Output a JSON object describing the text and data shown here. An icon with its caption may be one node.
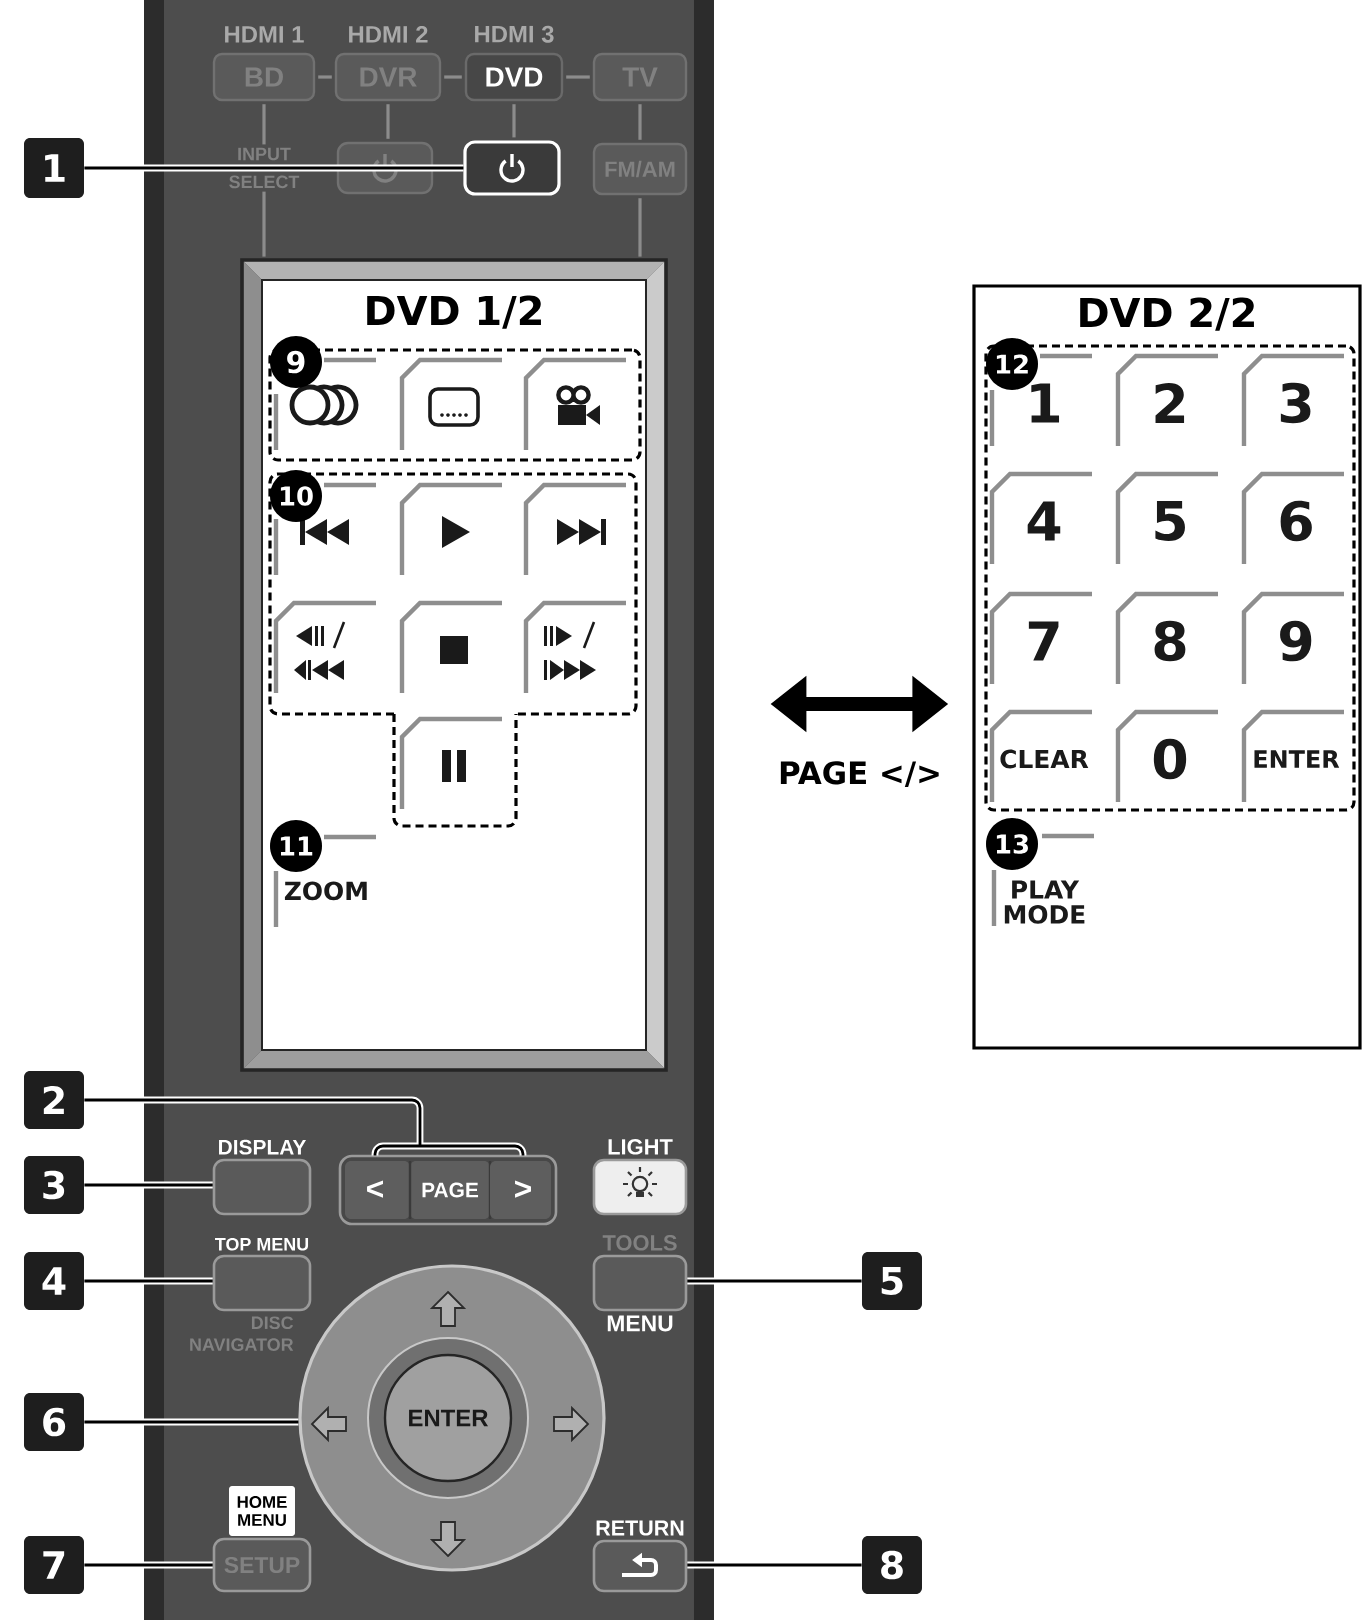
{
  "diagram": {
    "nodes": [
      {
        "text": [
          "HDMI 1",
          "BD"
        ]
      },
      {
        "text": [
          "HDMI 2",
          "DVR"
        ]
      },
      {
        "text": [
          "HDMI 3",
          "DVD"
        ]
      },
      {
        "text": [
          "TV"
        ]
      },
      {
        "text": [
          "1"
        ]
      },
      {
        "text": [
          "INPUT SELECT"
        ]
      },
      {
        "text": [],
        "shape": "box"
      },
      {
        "text": [],
        "shape": "box"
      },
      {
        "text": [
          "FM/AM"
        ]
      },
      {
        "text": [
          "DVD 1/2"
        ]
      },
      {
        "text": [
          "9"
        ],
        "in": 9
      },
      {
        "text": [],
        "shape": "box",
        "in": 9
      },
      {
        "text": [],
        "shape": "box",
        "in": 11
      },
      {
        "text": [],
        "shape": "box",
        "in": 11
      },
      {
        "text": [],
        "shape": "box",
        "in": 11
      },
      {
        "text": [],
        "shape": "box",
        "in": 9
      },
      {
        "text": [
          "10"
        ],
        "in": 15
      },
      {
        "text": [],
        "shape": "box",
        "in": 15
      },
      {
        "text": [],
        "shape": "box",
        "in": 15
      },
      {
        "text": [],
        "shape": "box",
        "in": 15
      },
      {
        "text": [],
        "shape": "box",
        "in": 15
      },
      {
        "text": [],
        "shape": "box",
        "in": 15
      },
      {
        "text": [],
        "shape": "box",
        "in": 15
      },
      {
        "text": [],
        "shape": "box",
        "in": 9
      },
      {
        "text": [],
        "shape": "box",
        "in": 23
      },
      {
        "text": [
          "11"
        ],
        "in": 9
      },
      {
        "text": [
          "ZOOM"
        ],
        "in": 9
      },
      {
        "text": [
          "DVD 2/2"
        ]
      },
      {
        "text": [
          "12"
        ],
        "in": 27
      },
      {
        "text": [],
        "shape": "box",
        "in": 27
      },
      {
        "text": [
          "1"
        ],
        "in": 29
      },
      {
        "text": [
          "2"
        ],
        "in": 29
      },
      {
        "text": [
          "3"
        ],
        "in": 29
      },
      {
        "text": [
          "4"
        ],
        "in": 29
      },
      {
        "text": [
          "5"
        ],
        "in": 29
      },
      {
        "text": [
          "6"
        ],
        "in": 29
      },
      {
        "text": [
          "7"
        ],
        "in": 29
      },
      {
        "text": [
          "8"
        ],
        "in": 29
      },
      {
        "text": [
          "9"
        ],
        "in": 29
      },
      {
        "text": [
          "CLEAR"
        ],
        "in": 29
      },
      {
        "text": [
          "0"
        ],
        "in": 29
      },
      {
        "text": [
          "ENTER"
        ],
        "in": 29
      },
      {
        "text": [
          "13"
        ],
        "in": 27
      },
      {
        "text": [
          "PLAY MODE"
        ],
        "in": 27
      },
      {
        "text": [
          "2"
        ]
      },
      {
        "text": [
          "3"
        ]
      },
      {
        "text": [
          "DISPLAY"
        ]
      },
      {
        "text": [],
        "shape": "box"
      },
      {
        "text": [
          "<"
        ],
        "in": 47
      },
      {
        "text": [
          "PAGE"
        ],
        "in": 47
      },
      {
        "text": [
          ">"
        ],
        "in": 47
      },
      {
        "text": [
          "LIGHT"
        ]
      },
      {
        "text": [
          "4"
        ]
      },
      {
        "text": [
          "TOP MENU",
          "DISC NAVIGATOR"
        ]
      },
      {
        "text": [
          "TOOLS",
          "MENU"
        ]
      },
      {
        "text": [
          "5"
        ]
      },
      {
        "text": [
          "6"
        ]
      },
      {
        "text": [],
        "shape": "circle"
      },
      {
        "text": [
          "ENTER"
        ],
        "in": 57
      },
      {
        "text": [
          "HOME MENU"
        ]
      },
      {
        "text": [
          "7"
        ]
      },
      {
        "text": [
          "SETUP"
        ]
      },
      {
        "text": [
          "RETURN"
        ]
      },
      {
        "text": [
          "8"
        ]
      }
    ],
    "edges": [
      {
        "from": 4,
        "to": 7,
        "arrow": "none"
      },
      {
        "from": 44,
        "to": 48,
        "arrow": "none"
      },
      {
        "from": 44,
        "to": 50,
        "arrow": "none"
      },
      {
        "from": 45,
        "to": 46,
        "arrow": "none"
      },
      {
        "from": 52,
        "to": 53,
        "arrow": "none"
      },
      {
        "from": 55,
        "to": 54,
        "arrow": "none"
      },
      {
        "from": 56,
        "to": 57,
        "arrow": "none"
      },
      {
        "from": 60,
        "to": 61,
        "arrow": "none"
      },
      {
        "from": 63,
        "to": 62,
        "arrow": "none"
      },
      {
        "from": 9,
        "to": 27,
        "arrow": "both",
        "label": "PAGE </>",
        "style": "thick",
        "color": "#000000"
      },
      {
        "from": 0,
        "to": 1,
        "arrow": "none",
        "color": "#8c8c8c"
      },
      {
        "from": 1,
        "to": 2,
        "arrow": "none",
        "color": "#8c8c8c"
      },
      {
        "from": 2,
        "to": 3,
        "arrow": "none",
        "color": "#8c8c8c"
      },
      {
        "from": 0,
        "to": 5,
        "arrow": "none",
        "color": "#8c8c8c"
      },
      {
        "from": 1,
        "to": 6,
        "arrow": "none",
        "color": "#8c8c8c"
      },
      {
        "from": 2,
        "to": 7,
        "arrow": "none",
        "color": "#8c8c8c"
      },
      {
        "from": 3,
        "to": 8,
        "arrow": "none",
        "color": "#8c8c8c"
      },
      {
        "from": 5,
        "to": 9,
        "arrow": "none",
        "color": "#8c8c8c"
      },
      {
        "from": 8,
        "to": 9,
        "arrow": "none",
        "color": "#8c8c8c"
      }
    ]
  }
}
